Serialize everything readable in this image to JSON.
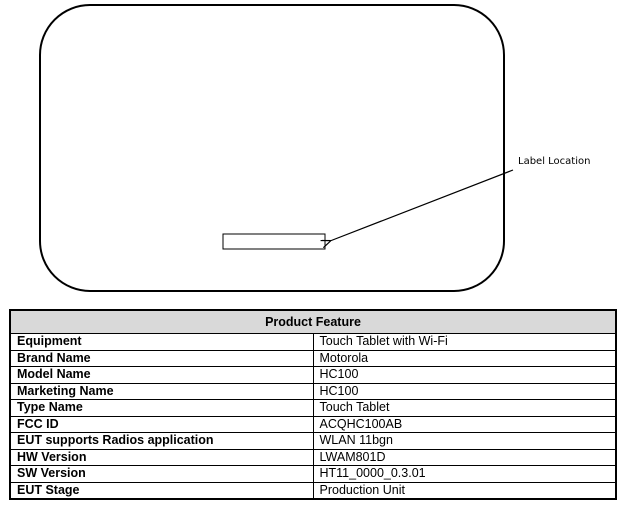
{
  "diagram": {
    "callout_label": "Label Location"
  },
  "table": {
    "header": "Product Feature",
    "rows": [
      {
        "key": "Equipment",
        "value": "Touch Tablet with Wi-Fi"
      },
      {
        "key": "Brand Name",
        "value": "Motorola"
      },
      {
        "key": "Model Name",
        "value": "HC100"
      },
      {
        "key": "Marketing Name",
        "value": "HC100"
      },
      {
        "key": "Type Name",
        "value": "Touch Tablet"
      },
      {
        "key": "FCC ID",
        "value": "ACQHC100AB"
      },
      {
        "key": "EUT supports Radios application",
        "value": "WLAN 11bgn"
      },
      {
        "key": "HW Version",
        "value": "LWAM801D"
      },
      {
        "key": "SW Version",
        "value": "HT11_0000_0.3.01"
      },
      {
        "key": "EUT Stage",
        "value": "Production Unit"
      }
    ]
  }
}
